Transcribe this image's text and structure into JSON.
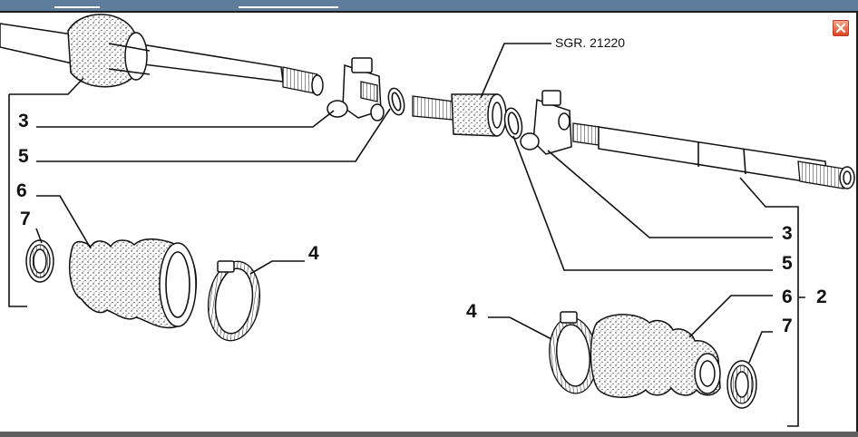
{
  "window": {
    "close_icon": "close-icon",
    "accent_color": "#5e7d9c",
    "close_color": "#d9451e"
  },
  "diagram": {
    "reference_label": "SGR. 21220",
    "callouts": {
      "left_joint": "3",
      "left_circlip": "5",
      "left_boot": "6",
      "left_small_clamp": "7",
      "left_large_clamp": "4",
      "right_joint": "3",
      "right_circlip": "5",
      "right_large_clamp": "4",
      "right_boot": "6",
      "right_small_clamp": "7",
      "right_group": "2"
    }
  }
}
